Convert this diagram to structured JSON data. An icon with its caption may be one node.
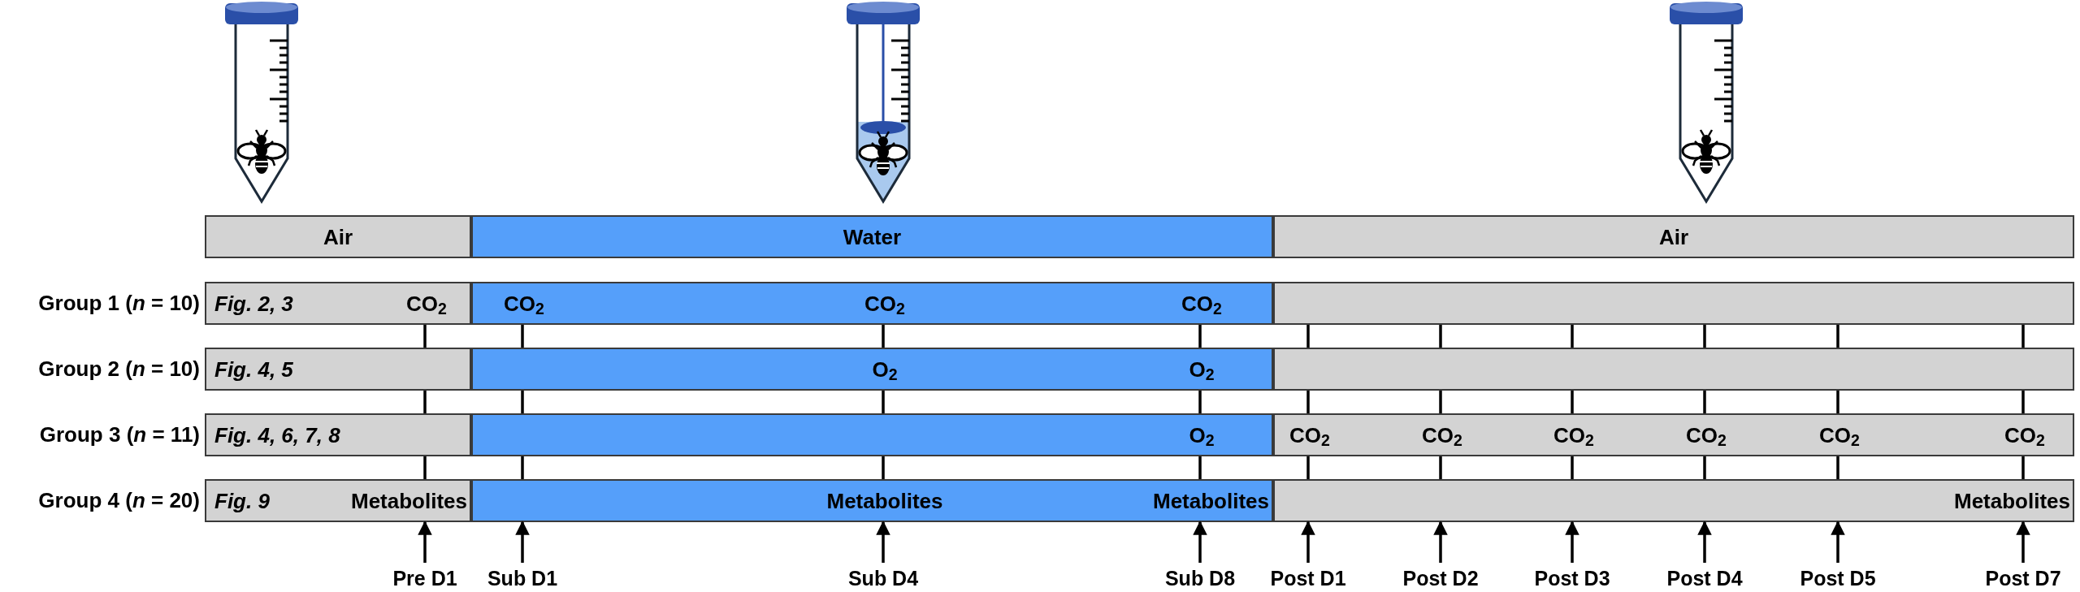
{
  "diagram": {
    "nodes": [
      {
        "text": [
          "Air"
        ]
      },
      {
        "text": [
          "Water"
        ]
      },
      {
        "text": [
          "Air"
        ]
      },
      {
        "text": [
          "Fig. 2, 3",
          "CO$_{2}$"
        ],
        "beside": [
          "Group 1 (*n* = 10)"
        ]
      },
      {
        "text": [
          "CO$_{2}$",
          "CO$_{2}$",
          "CO$_{2}$"
        ]
      },
      {
        "text": [],
        "shape": "bar"
      },
      {
        "text": [
          "Fig. 4, 5"
        ],
        "beside": [
          "Group 2 (*n* = 10)"
        ]
      },
      {
        "text": [
          "O$_{2}$",
          "O$_{2}$"
        ]
      },
      {
        "text": [],
        "shape": "bar"
      },
      {
        "text": [
          "Fig. 4, 6, 7, 8"
        ],
        "beside": [
          "Group 3 (*n* = 11)"
        ]
      },
      {
        "text": [
          "O$_{2}$"
        ]
      },
      {
        "text": [
          "CO$_{2}$",
          "CO$_{2}$",
          "CO$_{2}$",
          "CO$_{2}$",
          "CO$_{2}$",
          "CO$_{2}$"
        ]
      },
      {
        "text": [
          "Fig. 9",
          "Metabolites"
        ],
        "beside": [
          "Group 4 (*n* = 20)"
        ]
      },
      {
        "text": [
          "Metabolites",
          "Metabolites"
        ]
      },
      {
        "text": [
          "Metabolites"
        ]
      },
      {
        "text": [
          "Pre D1"
        ]
      },
      {
        "text": [
          "Sub D1"
        ]
      },
      {
        "text": [
          "Sub D4"
        ]
      },
      {
        "text": [
          "Sub D8"
        ]
      },
      {
        "text": [
          "Post D1"
        ]
      },
      {
        "text": [
          "Post D2"
        ]
      },
      {
        "text": [
          "Post D3"
        ]
      },
      {
        "text": [
          "Post D4"
        ]
      },
      {
        "text": [
          "Post D5"
        ]
      },
      {
        "text": [
          "Post D7"
        ]
      }
    ],
    "edges": [
      {
        "from": 3,
        "to": 6,
        "arrow": "none"
      },
      {
        "from": 4,
        "to": 7,
        "arrow": "none"
      },
      {
        "from": 4,
        "to": 7,
        "arrow": "none"
      },
      {
        "from": 4,
        "to": 7,
        "arrow": "none"
      },
      {
        "from": 5,
        "to": 8,
        "arrow": "none"
      },
      {
        "from": 5,
        "to": 8,
        "arrow": "none"
      },
      {
        "from": 5,
        "to": 8,
        "arrow": "none"
      },
      {
        "from": 5,
        "to": 8,
        "arrow": "none"
      },
      {
        "from": 5,
        "to": 8,
        "arrow": "none"
      },
      {
        "from": 5,
        "to": 8,
        "arrow": "none"
      },
      {
        "from": 6,
        "to": 9,
        "arrow": "none"
      },
      {
        "from": 7,
        "to": 10,
        "arrow": "none"
      },
      {
        "from": 7,
        "to": 10,
        "arrow": "none"
      },
      {
        "from": 7,
        "to": 10,
        "arrow": "none"
      },
      {
        "from": 8,
        "to": 11,
        "arrow": "none"
      },
      {
        "from": 8,
        "to": 11,
        "arrow": "none"
      },
      {
        "from": 8,
        "to": 11,
        "arrow": "none"
      },
      {
        "from": 8,
        "to": 11,
        "arrow": "none"
      },
      {
        "from": 8,
        "to": 11,
        "arrow": "none"
      },
      {
        "from": 8,
        "to": 11,
        "arrow": "none"
      },
      {
        "from": 9,
        "to": 12,
        "arrow": "none"
      },
      {
        "from": 10,
        "to": 13,
        "arrow": "none"
      },
      {
        "from": 10,
        "to": 13,
        "arrow": "none"
      },
      {
        "from": 10,
        "to": 13,
        "arrow": "none"
      },
      {
        "from": 11,
        "to": 14,
        "arrow": "none"
      },
      {
        "from": 11,
        "to": 14,
        "arrow": "none"
      },
      {
        "from": 11,
        "to": 14,
        "arrow": "none"
      },
      {
        "from": 11,
        "to": 14,
        "arrow": "none"
      },
      {
        "from": 11,
        "to": 14,
        "arrow": "none"
      },
      {
        "from": 11,
        "to": 14,
        "arrow": "none"
      },
      {
        "from": 15,
        "to": 12,
        "arrow": "to"
      },
      {
        "from": 16,
        "to": 13,
        "arrow": "to"
      },
      {
        "from": 17,
        "to": 13,
        "arrow": "to"
      },
      {
        "from": 18,
        "to": 13,
        "arrow": "to"
      },
      {
        "from": 19,
        "to": 14,
        "arrow": "to"
      },
      {
        "from": 20,
        "to": 14,
        "arrow": "to"
      },
      {
        "from": 21,
        "to": 14,
        "arrow": "to"
      },
      {
        "from": 22,
        "to": 14,
        "arrow": "to"
      },
      {
        "from": 23,
        "to": 14,
        "arrow": "to"
      },
      {
        "from": 24,
        "to": 14,
        "arrow": "to"
      }
    ]
  }
}
